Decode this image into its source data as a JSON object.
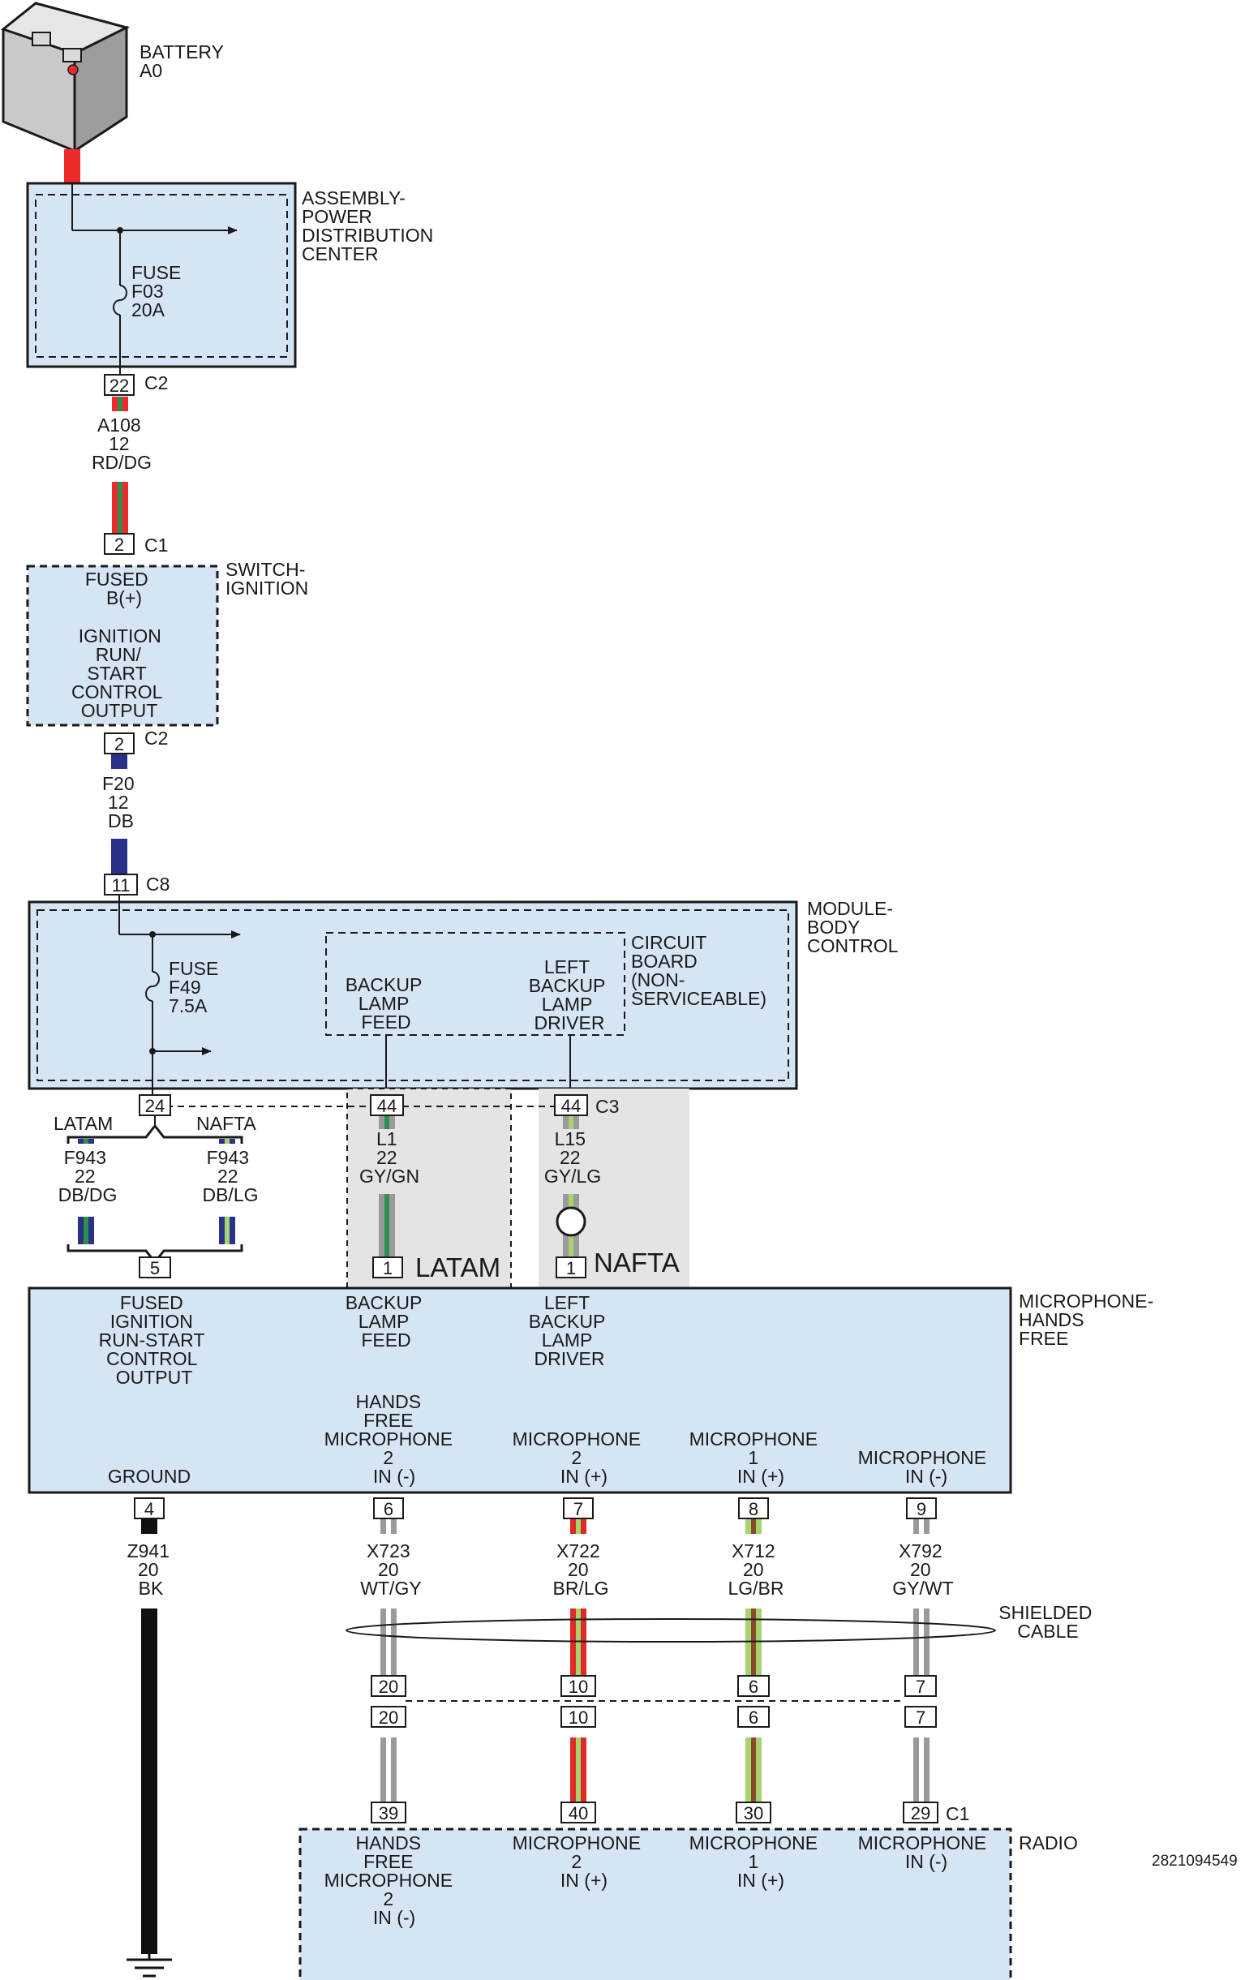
{
  "colors": {
    "module_fill": "#d6e5f4",
    "shade": "#e4e4e4",
    "red": "#ee2b2b",
    "green": "#2f8f4f",
    "dark_blue": "#2b3088",
    "gray": "#9a9a9a",
    "light_green": "#a8d46f",
    "brown": "#8a4b2b",
    "black": "#111111"
  },
  "battery": {
    "label": [
      "BATTERY",
      "A0"
    ]
  },
  "pdc": {
    "label": [
      "ASSEMBLY-",
      "POWER",
      "DISTRIBUTION",
      "CENTER"
    ],
    "fuse": [
      "FUSE",
      "F03",
      "20A"
    ],
    "connector": "C2",
    "pin": "22"
  },
  "wire_a108": {
    "lines": [
      "A108",
      "12",
      "RD/DG"
    ]
  },
  "ignition_switch": {
    "label": [
      "SWITCH-",
      "IGNITION"
    ],
    "top_connector": "C1",
    "top_pin": "2",
    "bottom_connector": "C2",
    "bottom_pin": "2",
    "input": [
      "FUSED",
      "B(+)"
    ],
    "output": [
      "IGNITION",
      "RUN/",
      "START",
      "CONTROL",
      "OUTPUT"
    ]
  },
  "wire_f20": {
    "lines": [
      "F20",
      "12",
      "DB"
    ]
  },
  "bcm": {
    "label": [
      "MODULE-",
      "BODY",
      "CONTROL"
    ],
    "connector_in": "C8",
    "pin_in": "11",
    "fuse": [
      "FUSE",
      "F49",
      "7.5A"
    ],
    "circuit_board": [
      "CIRCUIT",
      "BOARD",
      "(NON-",
      "SERVICEABLE)"
    ],
    "backup_feed": [
      "BACKUP",
      "LAMP",
      "FEED"
    ],
    "left_backup_driver": [
      "LEFT",
      "BACKUP",
      "LAMP",
      "DRIVER"
    ],
    "connector_out": "C3",
    "pins_out": [
      "24",
      "44",
      "44"
    ]
  },
  "branch_variants": {
    "latam": "LATAM",
    "nafta": "NAFTA"
  },
  "wire_f943_latam": {
    "lines": [
      "F943",
      "22",
      "DB/DG"
    ]
  },
  "wire_f943_nafta": {
    "lines": [
      "F943",
      "22",
      "DB/LG"
    ]
  },
  "wire_l1": {
    "lines": [
      "L1",
      "22",
      "GY/GN"
    ]
  },
  "wire_l15": {
    "lines": [
      "L15",
      "22",
      "GY/LG"
    ]
  },
  "shaded_latam": {
    "label": "LATAM",
    "pin": "1"
  },
  "shaded_nafta": {
    "label": "NAFTA",
    "pin": "1"
  },
  "microphone": {
    "label": [
      "MICROPHONE-",
      "HANDS",
      "FREE"
    ],
    "pin_fused": "5",
    "fused_in": [
      "FUSED",
      "IGNITION",
      "RUN-START",
      "CONTROL",
      "OUTPUT"
    ],
    "backup_feed": [
      "BACKUP",
      "LAMP",
      "FEED"
    ],
    "left_backup_driver": [
      "LEFT",
      "BACKUP",
      "LAMP",
      "DRIVER"
    ],
    "ground": "GROUND",
    "mic2_neg": [
      "HANDS",
      "FREE",
      "MICROPHONE",
      "2",
      "IN (-)"
    ],
    "mic2_pos": [
      "MICROPHONE",
      "2",
      "IN (+)"
    ],
    "mic1_pos": [
      "MICROPHONE",
      "1",
      "IN (+)"
    ],
    "mic_neg": [
      "MICROPHONE",
      "IN (-)"
    ],
    "pins_bottom": [
      "4",
      "6",
      "7",
      "8",
      "9"
    ]
  },
  "wire_z941": {
    "lines": [
      "Z941",
      "20",
      "BK"
    ]
  },
  "wire_x723": {
    "lines": [
      "X723",
      "20",
      "WT/GY"
    ]
  },
  "wire_x722": {
    "lines": [
      "X722",
      "20",
      "BR/LG"
    ]
  },
  "wire_x712": {
    "lines": [
      "X712",
      "20",
      "LG/BR"
    ]
  },
  "wire_x792": {
    "lines": [
      "X792",
      "20",
      "GY/WT"
    ]
  },
  "shielded": {
    "label": [
      "SHIELDED",
      "CABLE"
    ]
  },
  "inline_pins_a": [
    "20",
    "10",
    "6",
    "7"
  ],
  "inline_pins_b": [
    "20",
    "10",
    "6",
    "7"
  ],
  "radio": {
    "label": "RADIO",
    "connector": "C1",
    "pins": [
      "39",
      "40",
      "30",
      "29"
    ],
    "mic2_neg": [
      "HANDS",
      "FREE",
      "MICROPHONE",
      "2",
      "IN (-)"
    ],
    "mic2_pos": [
      "MICROPHONE",
      "2",
      "IN (+)"
    ],
    "mic1_pos": [
      "MICROPHONE",
      "1",
      "IN (+)"
    ],
    "mic_neg": [
      "MICROPHONE",
      "IN (-)"
    ]
  },
  "figure_id": "2821094549"
}
